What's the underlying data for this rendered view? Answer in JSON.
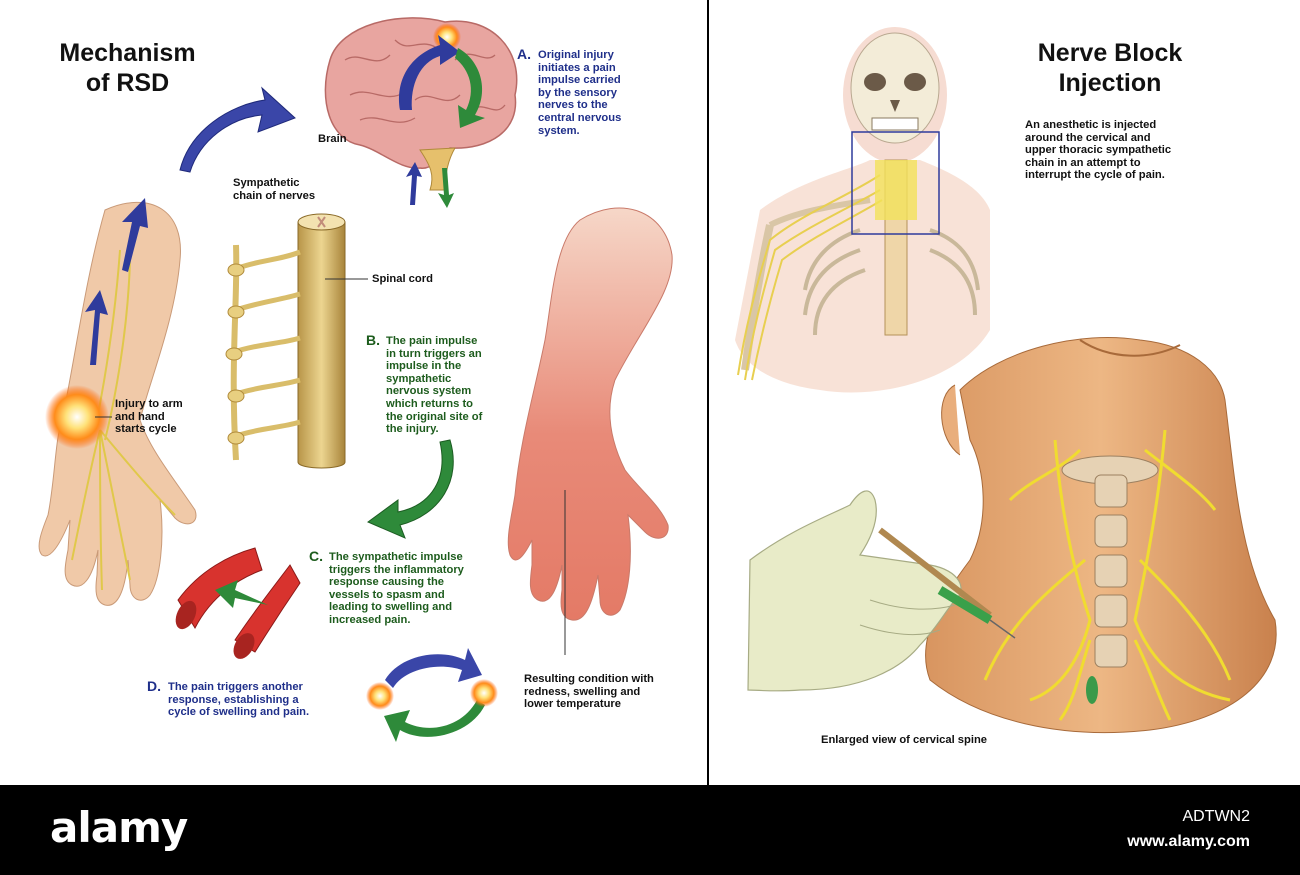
{
  "left_panel": {
    "title_line1": "Mechanism",
    "title_line2": "of RSD",
    "brain_label": "Brain",
    "sympathetic_label_line1": "Sympathetic",
    "sympathetic_label_line2": "chain of nerves",
    "spinal_cord_label": "Spinal cord",
    "injury_label_line1": "Injury to arm",
    "injury_label_line2": "and hand",
    "injury_label_line3": "starts cycle",
    "step_a": {
      "letter": "A.",
      "lines": [
        "Original injury",
        "initiates a pain",
        "impulse carried",
        "by the sensory",
        "nerves to the",
        "central nervous",
        "system."
      ]
    },
    "step_b": {
      "letter": "B.",
      "lines": [
        "The pain impulse",
        "in turn triggers an",
        "impulse in the",
        "sympathetic",
        "nervous system",
        "which returns to",
        "the original site of",
        "the injury."
      ]
    },
    "step_c": {
      "letter": "C.",
      "lines": [
        "The sympathetic impulse",
        "triggers the inflammatory",
        "response causing the",
        "vessels to spasm and",
        "leading to swelling and",
        "increased pain."
      ]
    },
    "step_d": {
      "letter": "D.",
      "lines": [
        "The pain triggers another",
        "response, establishing a",
        "cycle of swelling and pain."
      ]
    },
    "result_label": [
      "Resulting condition with",
      "redness, swelling and",
      "lower temperature"
    ]
  },
  "right_panel": {
    "title_line1": "Nerve Block",
    "title_line2": "Injection",
    "description": [
      "An anesthetic is injected",
      "around the cervical and",
      "upper thoracic sympathetic",
      "chain in an attempt to",
      "interrupt the cycle of pain."
    ],
    "enlarged_label": "Enlarged view of cervical spine"
  },
  "footer": {
    "logo": "alamy",
    "image_id": "ADTWN2",
    "website": "www.alamy.com"
  },
  "colors": {
    "blue_text": "#1f2f8a",
    "green_text": "#1d5c1d",
    "skin": "#f0c9a8",
    "nerve": "#e8d35a",
    "inflamed": "#e0705c",
    "footer_bg": "#000000"
  }
}
